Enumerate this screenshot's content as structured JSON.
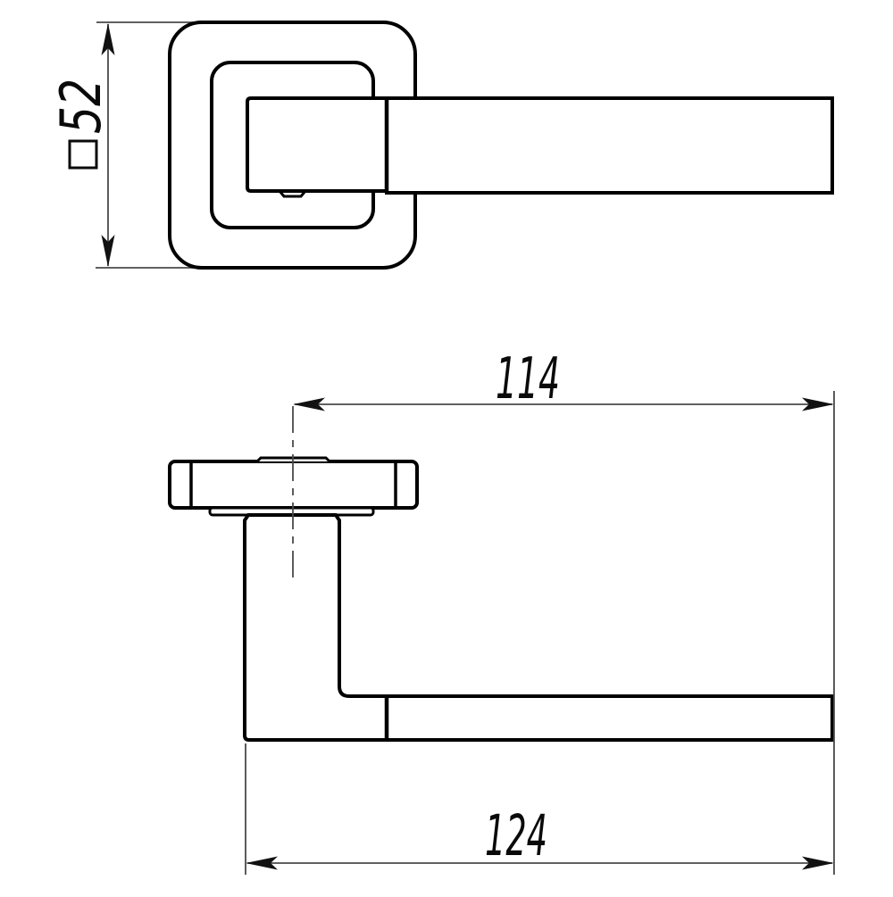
{
  "dimensions": {
    "rosette_square_size": "52",
    "center_to_end": "114",
    "total_length": "124"
  },
  "symbols": {
    "square_section": "square-outline"
  },
  "colors": {
    "outline": "#000000",
    "dimension_lines": "#4a4a4a",
    "background": "#ffffff"
  }
}
